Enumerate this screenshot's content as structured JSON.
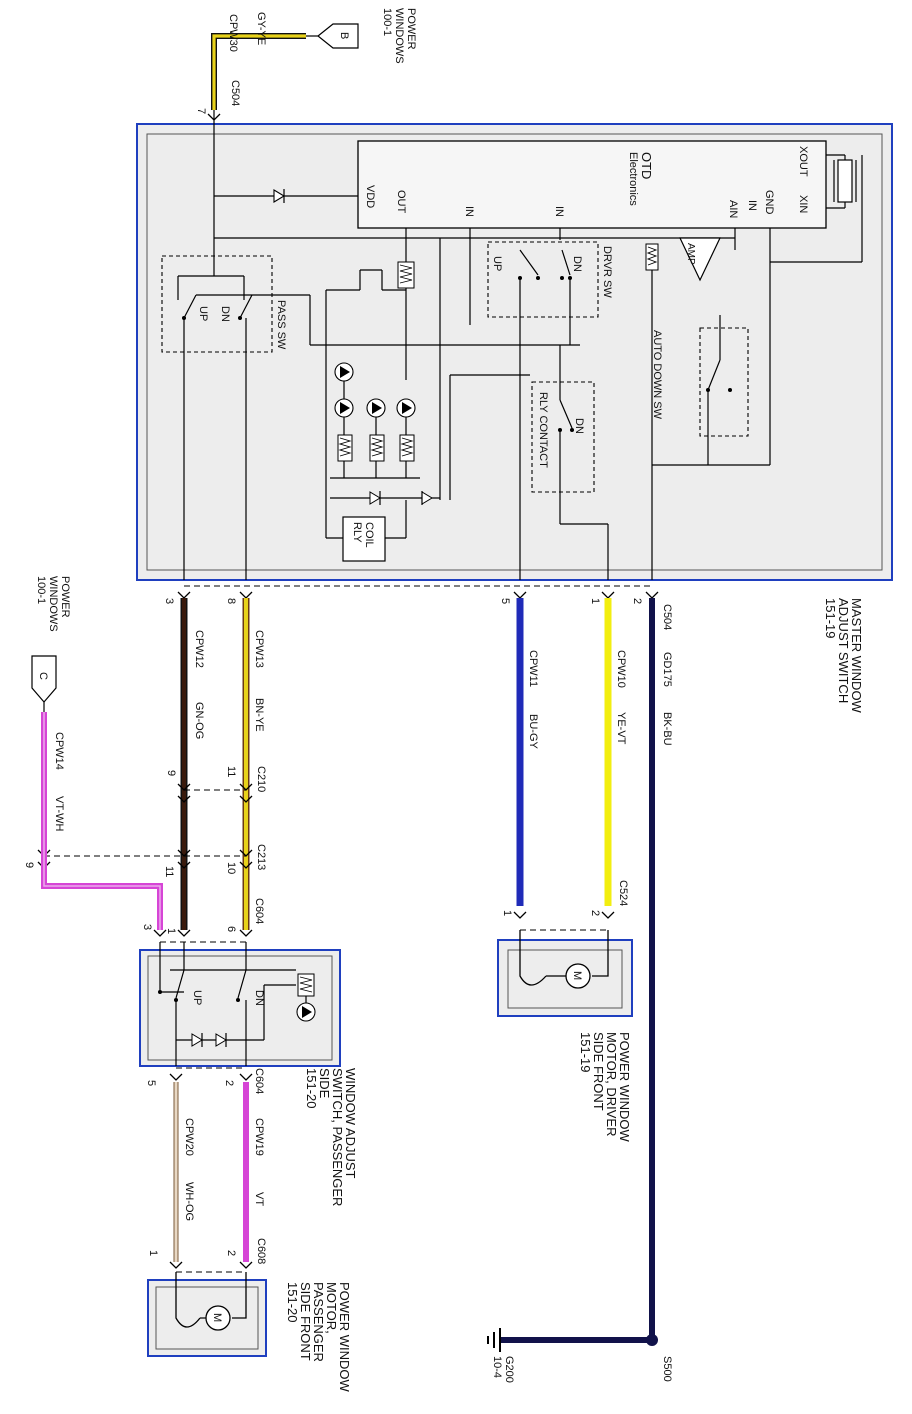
{
  "colors": {
    "box_border": "#1f3fbf",
    "box_fill": "#ededed",
    "gy_ye": "#e8d21a",
    "bn_ye": "#e8d21a",
    "bn_ye_stripe": "#6b3a12",
    "gn_og": "#3a1a0c",
    "vt_wh": "#d645d6",
    "bu_gy": "#1f2bb8",
    "ye_vt": "#f2ee10",
    "bk_bu": "#11124a",
    "wh_og": "#e8d8c4",
    "vt": "#d645d6"
  },
  "components": {
    "master": {
      "label": [
        "MASTER WINDOW",
        "ADJUST SWITCH",
        "151-19"
      ]
    },
    "driver_motor": {
      "label": [
        "POWER WINDOW",
        "MOTOR, DRIVER",
        "SIDE FRONT",
        "151-19"
      ]
    },
    "pass_switch": {
      "label": [
        "WINDOW ADJUST",
        "SWITCH, PASSENGER",
        "SIDE",
        "151-20"
      ]
    },
    "pass_motor": {
      "label": [
        "POWER WINDOW",
        "MOTOR,",
        "PASSENGER",
        "SIDE FRONT",
        "151-20"
      ]
    },
    "power_b": {
      "letter": "B",
      "label": [
        "POWER",
        "WINDOWS",
        "100-1"
      ]
    },
    "power_c": {
      "letter": "C",
      "label": [
        "POWER",
        "WINDOWS",
        "100-1"
      ]
    }
  },
  "inner": {
    "otd": "OTD",
    "electronics": "Electronics",
    "vdd": "VDD",
    "out": "OUT",
    "in1": "IN",
    "in2": "IN",
    "ain": "AIN",
    "in3": "IN",
    "gnd": "GND",
    "xin": "XIN",
    "xout": "XOUT",
    "amp": "AMP",
    "drvr_sw": "DRVR SW",
    "up": "UP",
    "dn": "DN",
    "pass_sw": "PASS SW",
    "auto_down_sw": "AUTO DOWN SW",
    "rly_contact": "RLY CONTACT",
    "rly_coil": [
      "RLY",
      "COIL"
    ],
    "motor_m": "M"
  },
  "wires": {
    "cpw30": {
      "circuit": "CPW30",
      "color": "GY-YE"
    },
    "cpw13": {
      "circuit": "CPW13",
      "color": "BN-YE"
    },
    "cpw12": {
      "circuit": "CPW12",
      "color": "GN-OG"
    },
    "cpw11": {
      "circuit": "CPW11",
      "color": "BU-GY"
    },
    "cpw10": {
      "circuit": "CPW10",
      "color": "YE-VT"
    },
    "gd175": {
      "circuit": "GD175",
      "color": "BK-BU"
    },
    "cpw14": {
      "circuit": "CPW14",
      "color": "VT-WH"
    },
    "cpw19": {
      "circuit": "CPW19",
      "color": "VT"
    },
    "cpw20": {
      "circuit": "CPW20",
      "color": "WH-OG"
    }
  },
  "connectors": {
    "c504_top": "C504",
    "c504_bottom": "C504",
    "c210": "C210",
    "c213": "C213",
    "c604_top": "C604",
    "c604_bottom": "C604",
    "c524": "C524",
    "c608": "C608",
    "s500": "S500",
    "g200": [
      "G200",
      "10-4"
    ]
  },
  "pins": {
    "c504_7": "7",
    "c504_3": "3",
    "c504_8": "8",
    "c504_5": "5",
    "c504_1": "1",
    "c504_2": "2",
    "c210_9": "9",
    "c210_11": "11",
    "c213_9": "9",
    "c213_11": "11",
    "c213_10": "10",
    "c604_3": "3",
    "c604_1": "1",
    "c604_6": "6",
    "c604_5": "5",
    "c604_2": "2",
    "c524_1": "1",
    "c524_2": "2",
    "c608_1": "1",
    "c608_2": "2"
  }
}
